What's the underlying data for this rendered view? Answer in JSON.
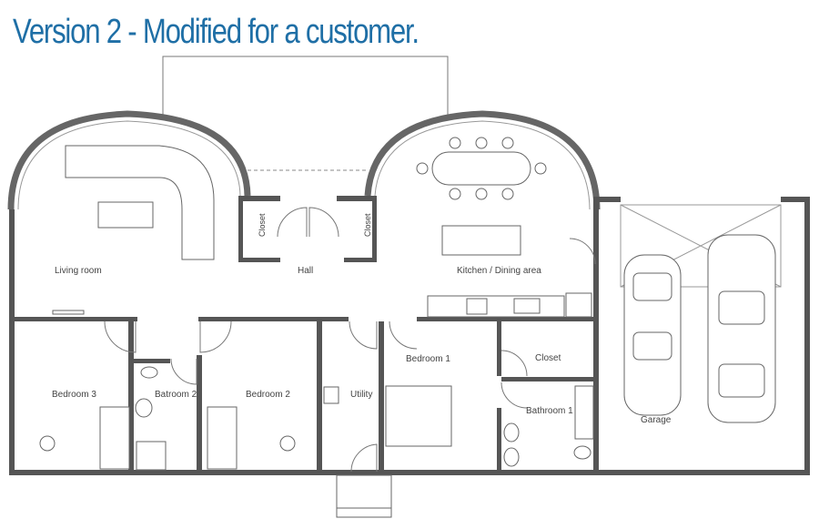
{
  "title": "Version 2 - Modified for a customer.",
  "rooms": {
    "living": "Living room",
    "hall": "Hall",
    "kitchen": "Kitchen / Dining area",
    "closet_left": "Closet",
    "closet_right": "Closet",
    "bedroom3": "Bedroom 3",
    "bathroom2": "Batroom 2",
    "bedroom2": "Bedroom 2",
    "utility": "Utility",
    "bedroom1": "Bedroom 1",
    "closet_bed1": "Closet",
    "bathroom1": "Bathroom 1",
    "garage": "Garage"
  },
  "colors": {
    "title": "#1f6fa6",
    "walls": "#555555"
  }
}
